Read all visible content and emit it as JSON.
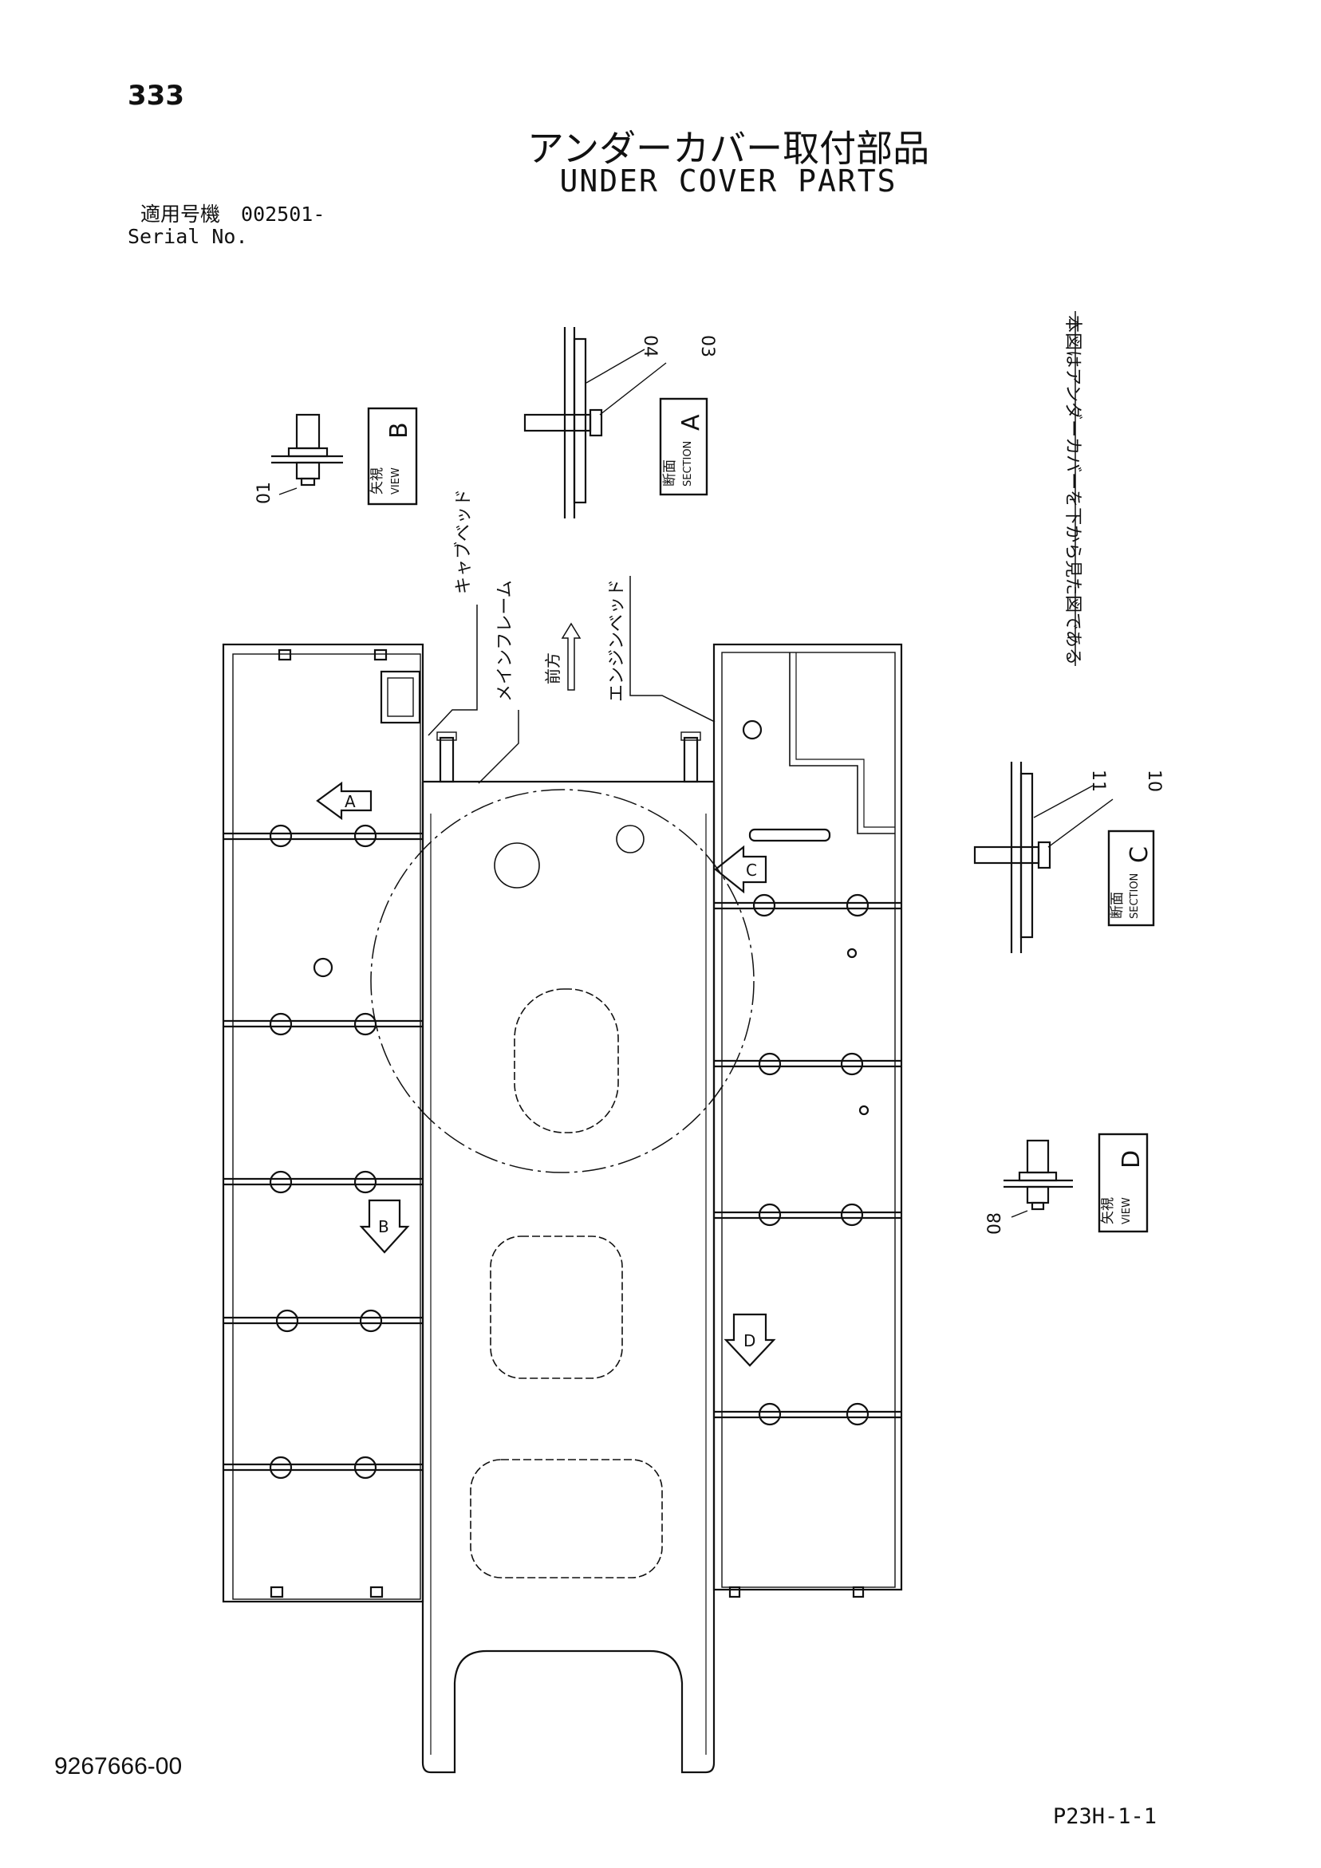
{
  "header": {
    "page_number": "333",
    "title_jp": "アンダーカバー取付部品",
    "title_en": "UNDER COVER PARTS",
    "serial_label_jp": "適用号機",
    "serial_value": "002501-",
    "serial_label_en": "Serial No."
  },
  "footer": {
    "doc_number": "9267666-00",
    "page_code": "P23H-1-1"
  },
  "diagram": {
    "note_vertical": "本図はアンダーカバーを下から見た図である",
    "labels": {
      "cab_bed": "キャブベッド",
      "main_frame": "メインフレーム",
      "front": "前方",
      "engine_bed": "エンジンベッド"
    },
    "callouts": {
      "view_b": {
        "kanji": "矢視",
        "en": "VIEW",
        "letter": "B",
        "part": "01"
      },
      "section_a": {
        "kanji": "断面",
        "en": "SECTION",
        "letter": "A",
        "parts": [
          "04",
          "03"
        ]
      },
      "section_c": {
        "kanji": "断面",
        "en": "SECTION",
        "letter": "C",
        "parts": [
          "11",
          "10"
        ]
      },
      "view_d": {
        "kanji": "矢視",
        "en": "VIEW",
        "letter": "D",
        "part": "08"
      }
    },
    "arrows": {
      "a": "A",
      "b": "B",
      "c": "C",
      "d": "D"
    }
  }
}
